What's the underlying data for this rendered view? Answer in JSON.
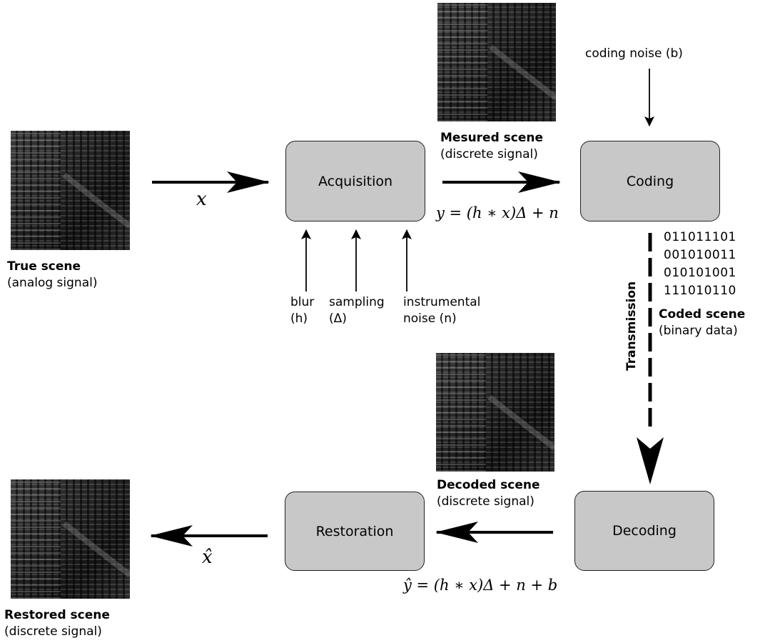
{
  "scenes": {
    "true": {
      "title": "True scene",
      "subtitle": "(analog signal)"
    },
    "measured": {
      "title": "Mesured scene",
      "subtitle": "(discrete signal)"
    },
    "coded": {
      "title": "Coded scene",
      "subtitle": "(binary data)"
    },
    "decoded": {
      "title": "Decoded scene",
      "subtitle": "(discrete signal)"
    },
    "restored": {
      "title": "Restored scene",
      "subtitle": "(discrete signal)"
    }
  },
  "boxes": {
    "acquisition": "Acquisition",
    "coding": "Coding",
    "decoding": "Decoding",
    "restoration": "Restoration"
  },
  "signals": {
    "x": "x",
    "x_hat": "x̂",
    "y": "y = (h ∗ x)Δ + n",
    "y_hat": "ŷ = (h ∗ x)Δ + n + b"
  },
  "degradations": {
    "blur": [
      "blur",
      "(h)"
    ],
    "sampling": [
      "sampling",
      "(Δ)"
    ],
    "noise": [
      "instrumental",
      "noise (n)"
    ]
  },
  "coding_noise": "coding noise (b)",
  "binary_lines": [
    "011011101",
    "001010011",
    "010101001",
    "111010110"
  ],
  "transmission": "Transmission",
  "colors": {
    "box_fill": "#c8c8c8",
    "stroke": "#000000"
  }
}
